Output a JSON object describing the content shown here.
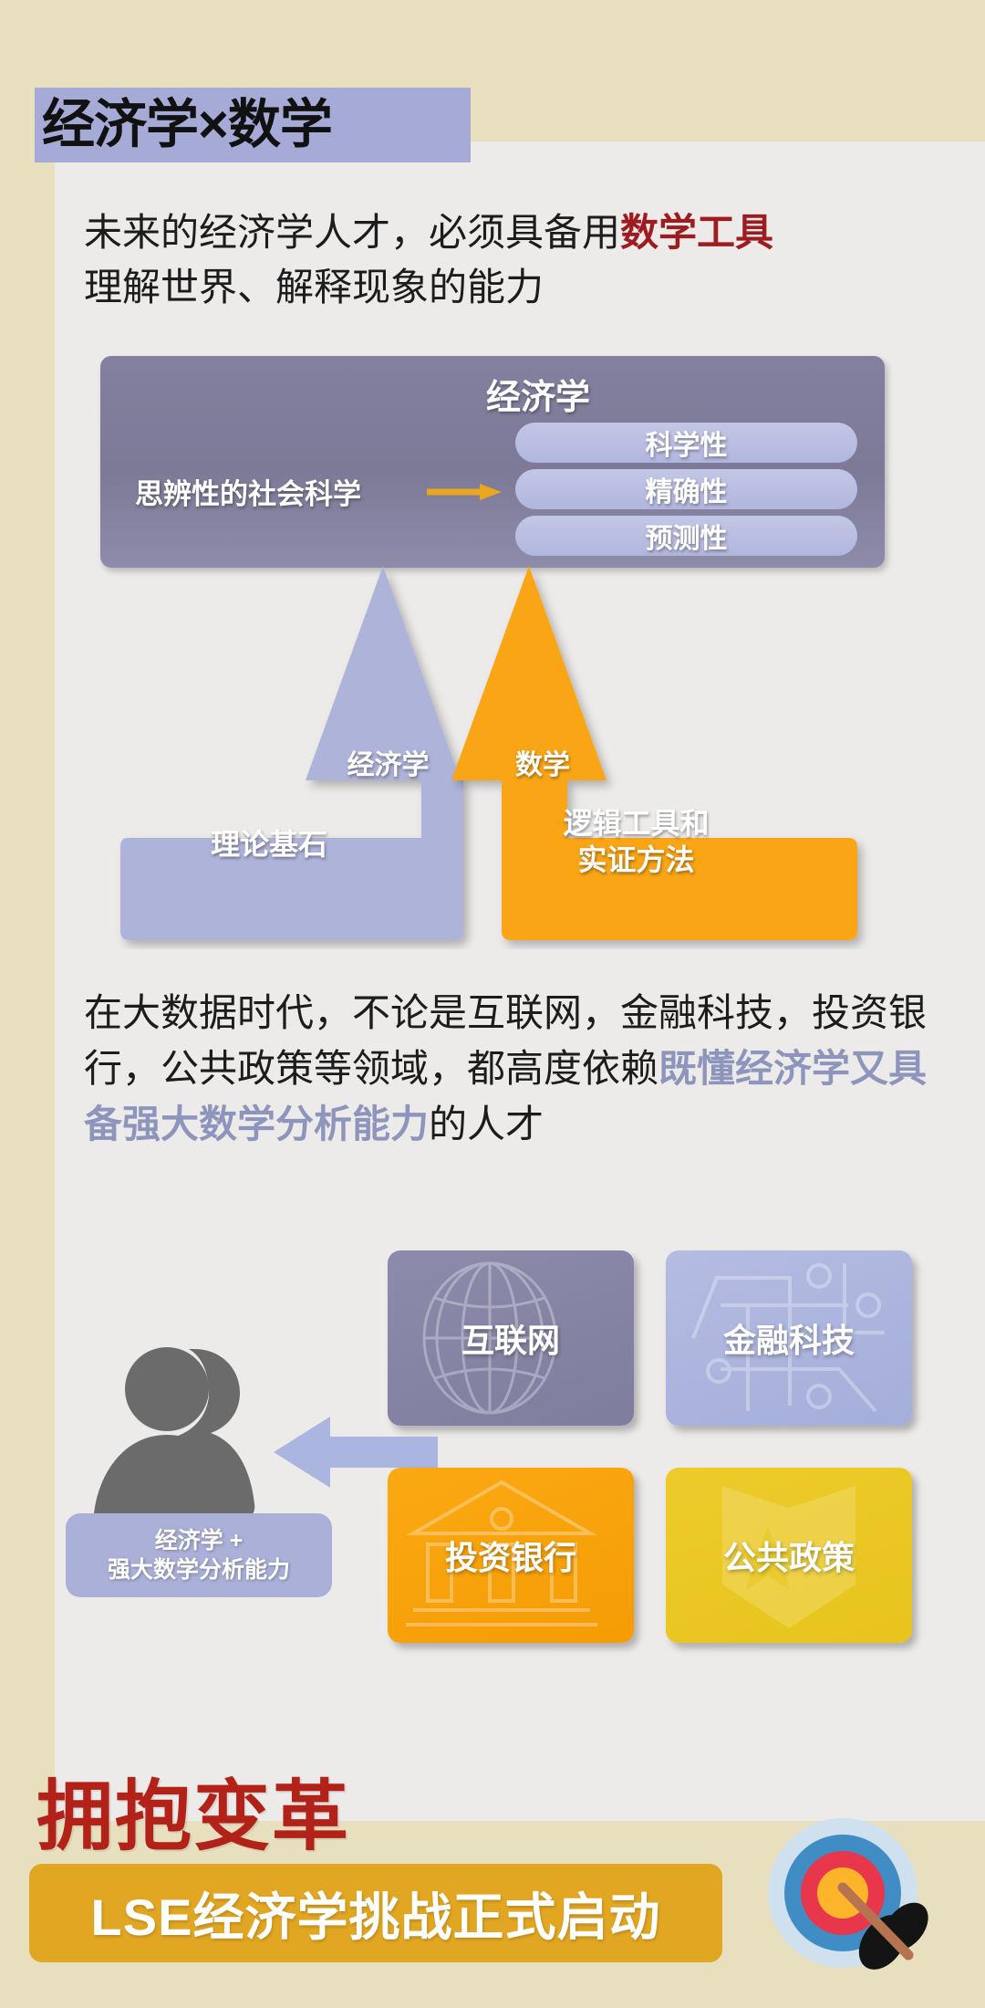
{
  "page": {
    "background_color": "#e7dfbe",
    "panel_color": "#ecebe9"
  },
  "header": {
    "title": "经济学×数学",
    "badge_color": "#a5aad6"
  },
  "intro": {
    "part1": "未来的经济学人才，必须具备用",
    "highlight": "数学工具",
    "highlight_color": "#9e1b20",
    "part2": "理解世界、解释现象的能力"
  },
  "econ_diagram": {
    "title": "经济学",
    "left_label": "思辨性的社会科学",
    "arrow_color": "#eaa61e",
    "box_color": "#7c7a97",
    "pill_color": "#b7bce1",
    "attributes": [
      "科学性",
      "精确性",
      "预测性"
    ]
  },
  "pillars": {
    "left_arrow_label": "经济学",
    "right_arrow_label": "数学",
    "left_base_label": "理论基石",
    "right_base_line1": "逻辑工具和",
    "right_base_line2": "实证方法",
    "left_color": "#aeb3d9",
    "right_color": "#f9a519"
  },
  "para2": {
    "part1": "在大数据时代，不论是互联网，金融科技，投资银行，公共政策等领域，都高度依赖",
    "highlight": "既懂经济学又具备强大数学分析能力",
    "highlight_color": "#8e95bd",
    "part2": "的人才"
  },
  "cards": [
    {
      "label": "互联网",
      "icon": "globe-icon",
      "color": "#827fa0"
    },
    {
      "label": "金融科技",
      "icon": "circuit-icon",
      "color": "#aab3dc"
    },
    {
      "label": "投资银行",
      "icon": "bank-icon",
      "color": "#f9a512"
    },
    {
      "label": "公共政策",
      "icon": "shield-icon",
      "color": "#e9c722"
    }
  ],
  "person": {
    "icon": "user-group-icon",
    "badge_line1": "经济学 +",
    "badge_line2": "强大数学分析能力",
    "badge_color": "#aab0d8",
    "arrow_icon": "left-arrow-icon",
    "arrow_color": "#aab6df"
  },
  "footer": {
    "title": "拥抱变革",
    "title_color": "#b32219",
    "subtitle": "LSE经济学挑战正式启动",
    "subtitle_bg": "#e2a722",
    "logo": "archery-target-icon"
  }
}
